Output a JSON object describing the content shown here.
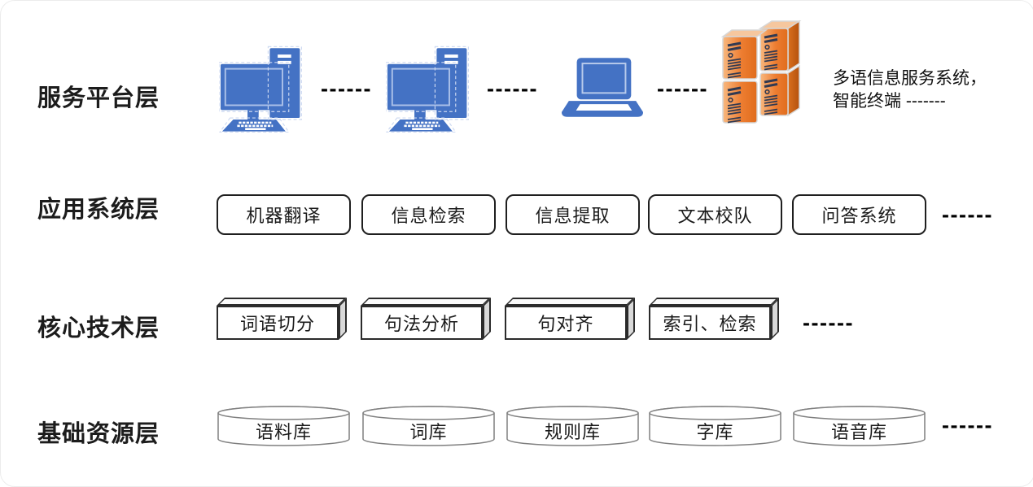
{
  "diagram": {
    "layers": [
      {
        "label": "服务平台层",
        "icons": [
          "desktop-computer",
          "desktop-computer",
          "laptop",
          "server-rack"
        ],
        "icon_separator": "------",
        "caption_line1": "多语信息服务系统，",
        "caption_line2": "智能终端 -------"
      },
      {
        "label": "应用系统层",
        "items": [
          "机器翻译",
          "信息检索",
          "信息提取",
          "文本校队",
          "问答系统"
        ],
        "separator": "------"
      },
      {
        "label": "核心技术层",
        "items": [
          "词语切分",
          "句法分析",
          "句对齐",
          "索引、检索"
        ],
        "separator": "------"
      },
      {
        "label": "基础资源层",
        "items": [
          "语料库",
          "词库",
          "规则库",
          "字库",
          "语音库"
        ],
        "separator": "------"
      }
    ],
    "colors": {
      "device_blue": "#4472C4",
      "server_orange": "#ED7D31",
      "server_side_orange": "#C55A11",
      "box_border_black": "#1f1f1f",
      "cylinder_border_gray": "#7f7f7f",
      "box_side_gray": "#d9d9d9"
    }
  }
}
